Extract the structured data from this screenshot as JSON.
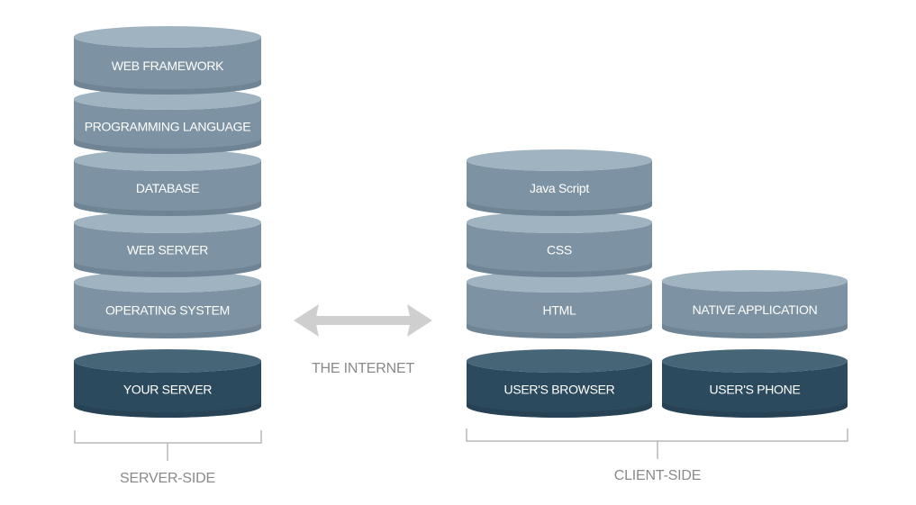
{
  "colors": {
    "light_top": "#9fb3c1",
    "light_body": "#7d93a3",
    "light_shadow": "#667c8c",
    "dark_top": "#466577",
    "dark_body": "#2c4a5d",
    "dark_shadow": "#233e4f",
    "bracket": "#b8b8b8",
    "arrow": "#cfcfcf",
    "caption": "#8a8a8a"
  },
  "server_side": {
    "label": "SERVER-SIDE",
    "layers": [
      "WEB FRAMEWORK",
      "PROGRAMMING LANGUAGE",
      "DATABASE",
      "WEB SERVER",
      "OPERATING SYSTEM"
    ],
    "base": "YOUR SERVER"
  },
  "internet": {
    "label": "THE INTERNET"
  },
  "client_side": {
    "label": "CLIENT-SIDE",
    "browser_layers": [
      "Java Script",
      "CSS",
      "HTML"
    ],
    "browser_base": "USER'S BROWSER",
    "phone_layers": [
      "NATIVE APPLICATION"
    ],
    "phone_base": "USER'S PHONE"
  }
}
